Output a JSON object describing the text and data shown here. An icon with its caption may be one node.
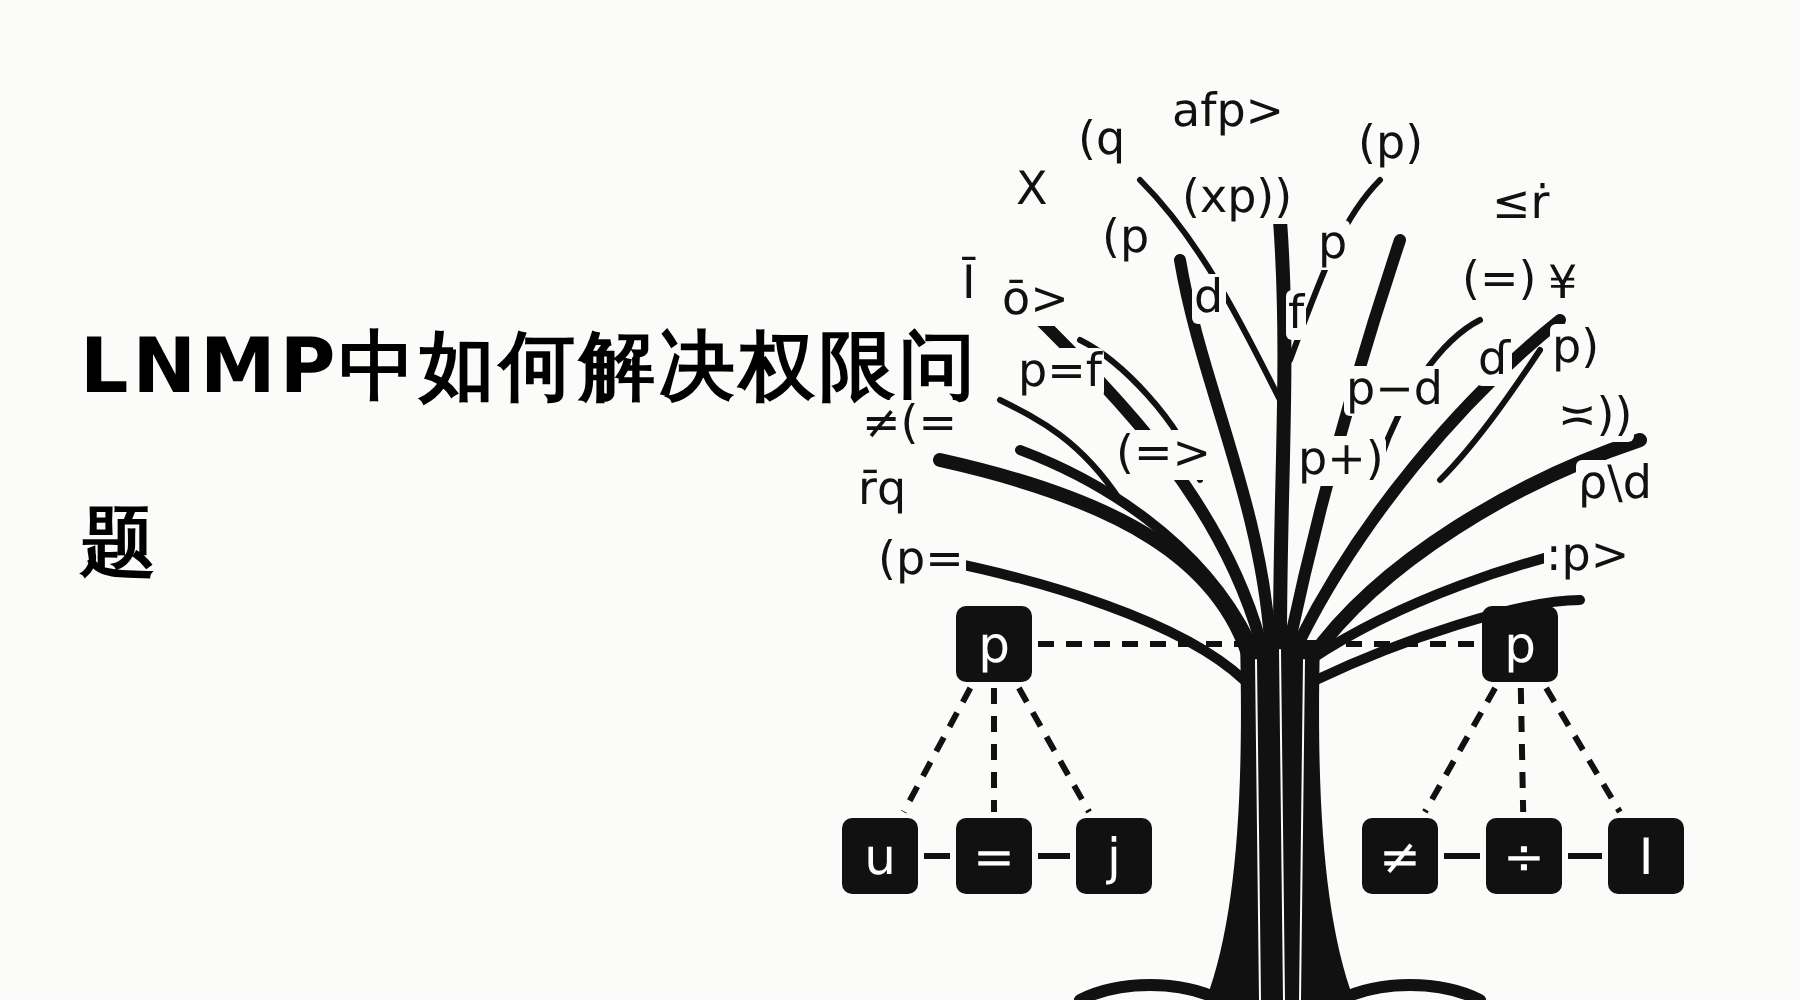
{
  "diagram": {
    "title": "LNMP中如何解决权限问题",
    "nodes": [
      {
        "text": [
          "p"
        ]
      },
      {
        "text": [
          "p"
        ]
      },
      {
        "text": [
          "u"
        ]
      },
      {
        "text": [
          "="
        ]
      },
      {
        "text": [
          "j"
        ]
      },
      {
        "text": [
          "≠"
        ]
      },
      {
        "text": [
          "÷"
        ]
      },
      {
        "text": [
          "I"
        ]
      }
    ],
    "edges": [
      {
        "from": 0,
        "to": 1,
        "arrow": "none",
        "style": "dashed"
      },
      {
        "from": 0,
        "to": 2,
        "arrow": "none",
        "style": "dashed"
      },
      {
        "from": 0,
        "to": 3,
        "arrow": "none",
        "style": "dashed"
      },
      {
        "from": 0,
        "to": 4,
        "arrow": "none",
        "style": "dashed"
      },
      {
        "from": 1,
        "to": 5,
        "arrow": "none",
        "style": "dashed"
      },
      {
        "from": 1,
        "to": 6,
        "arrow": "none",
        "style": "dashed"
      },
      {
        "from": 1,
        "to": 7,
        "arrow": "none",
        "style": "dashed"
      },
      {
        "from": 2,
        "to": 3,
        "arrow": "none"
      },
      {
        "from": 3,
        "to": 4,
        "arrow": "none"
      },
      {
        "from": 5,
        "to": 6,
        "arrow": "none"
      },
      {
        "from": 6,
        "to": 7,
        "arrow": "none"
      }
    ],
    "labels": [
      "(q",
      "afp>",
      "(p)",
      "X",
      "(xp))",
      "(p",
      "p",
      "≤ṙ",
      "Ī",
      "ō>",
      "d",
      "f",
      "(=)",
      "¥",
      "p=f",
      "p−d",
      "ɗ",
      "p)",
      "≠(=",
      "(=>",
      "p+)",
      "≍))",
      "r̄q",
      "ρ\\d",
      "(p=",
      ":p>"
    ]
  }
}
